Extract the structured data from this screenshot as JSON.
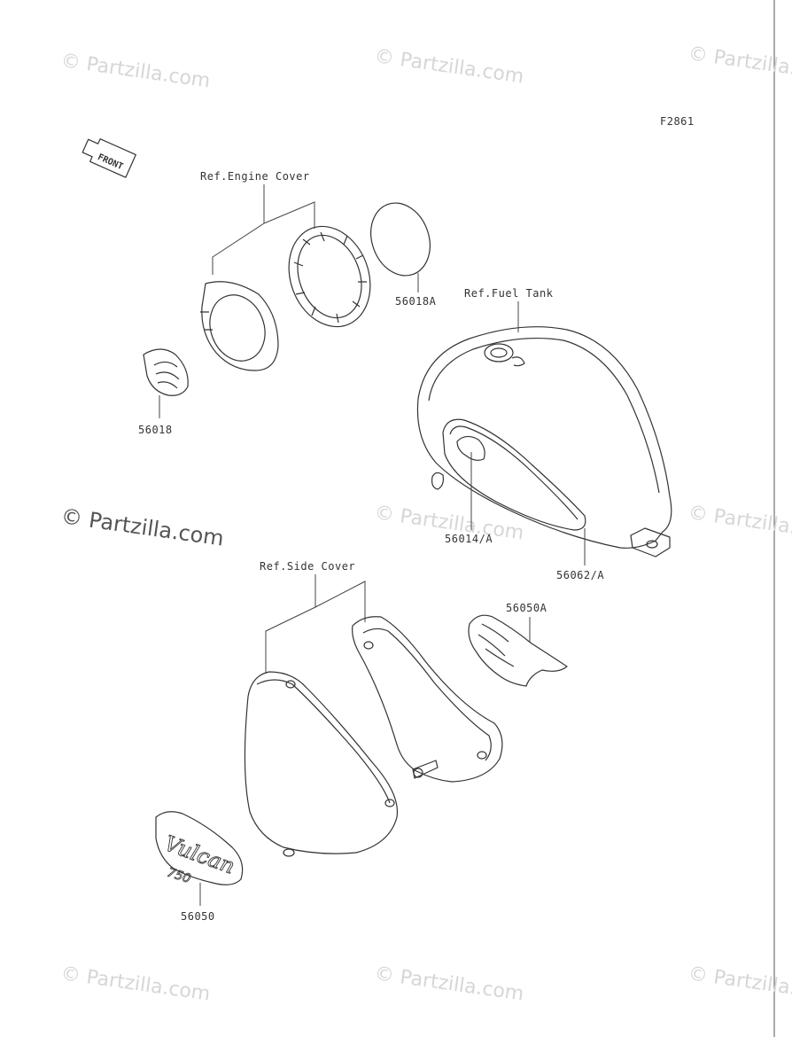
{
  "figure_code": "F2861",
  "front_arrow_label": "FRONT",
  "watermark": "© Partzilla.com",
  "refs": {
    "engine_cover": "Ref.Engine Cover",
    "fuel_tank": "Ref.Fuel Tank",
    "side_cover": "Ref.Side Cover"
  },
  "parts": {
    "p56018a": "56018A",
    "p56018": "56018",
    "p56014a": "56014/A",
    "p56062a": "56062/A",
    "p56050a": "56050A",
    "p56050": "56050"
  },
  "emblem_text": {
    "script": "Vulcan",
    "number": "750"
  }
}
